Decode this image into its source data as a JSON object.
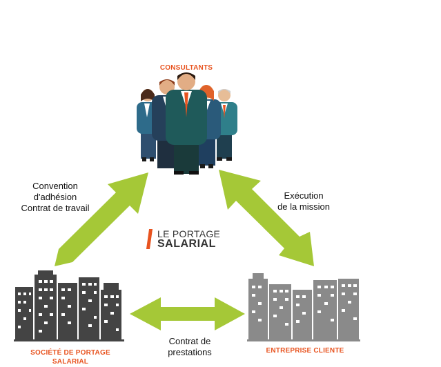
{
  "nodes": {
    "consultants": {
      "title": "CONSULTANTS"
    },
    "societe": {
      "title_line1": "SOCIÉTÉ DE PORTAGE",
      "title_line2": "SALARIAL"
    },
    "entreprise": {
      "title": "ENTREPRISE CLIENTE"
    }
  },
  "edges": {
    "left": {
      "line1": "Convention",
      "line2": "d'adhésion",
      "line3": "Contrat de travail"
    },
    "right": {
      "line1": "Exécution",
      "line2": "de la mission"
    },
    "bottom": {
      "line1": "Contrat de",
      "line2": "prestations"
    }
  },
  "logo": {
    "line1": "LE PORTAGE",
    "line2": "SALARIAL"
  },
  "colors": {
    "accent": "#e8531f",
    "arrow": "#a5c837",
    "building_dark": "#444444",
    "building_light": "#8a8a8a"
  }
}
